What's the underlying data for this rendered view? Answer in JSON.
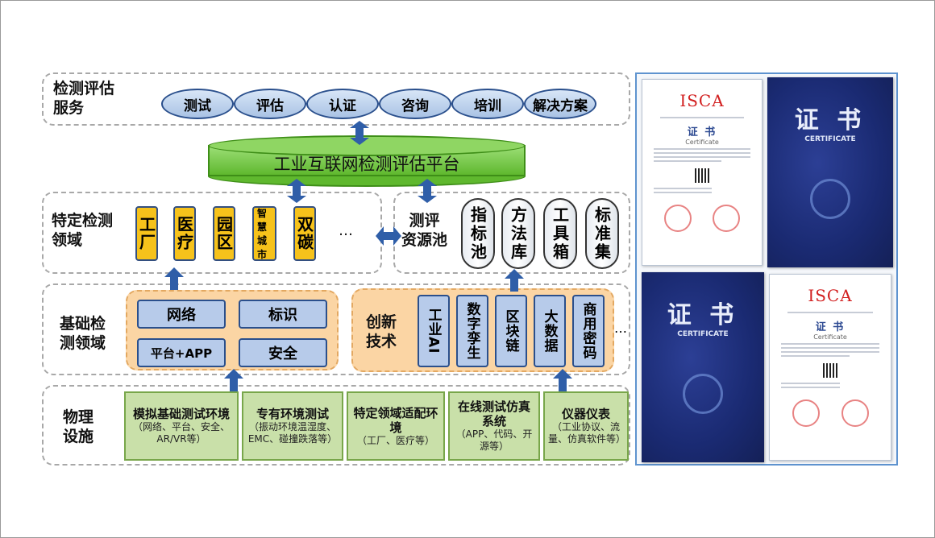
{
  "rows": {
    "services": {
      "label_line1": "检测评估",
      "label_line2": "服务",
      "items": [
        "测试",
        "评估",
        "认证",
        "咨询",
        "培训",
        "解决方案"
      ]
    },
    "platform": {
      "label": "工业互联网检测评估平台"
    },
    "specific": {
      "label_line1": "特定检测",
      "label_line2": "领域",
      "items": [
        "工厂",
        "医疗",
        "园区",
        "智慧城市",
        "双碳"
      ],
      "ellipsis": "…",
      "pool_label_line1": "测评",
      "pool_label_line2": "资源池",
      "pool_items": [
        "指标池",
        "方法库",
        "工具箱",
        "标准集"
      ]
    },
    "basic": {
      "label_line1": "基础检",
      "label_line2": "测领域",
      "left_items": [
        "网络",
        "标识",
        "平台+APP",
        "安全"
      ],
      "innov_label_line1": "创新",
      "innov_label_line2": "技术",
      "innov_items": [
        "工业AI",
        "数字孪生",
        "区块链",
        "大数据",
        "商用密码"
      ],
      "ellipsis": "…"
    },
    "physical": {
      "label_line1": "物理",
      "label_line2": "设施",
      "items": [
        {
          "title": "模拟基础测试环境",
          "sub": "（网络、平台、安全、AR/VR等）"
        },
        {
          "title": "专有环境测试",
          "sub": "（振动环境温湿度、EMC、碰撞跌落等）"
        },
        {
          "title": "特定领域适配环境",
          "sub": "（工厂、医疗等）"
        },
        {
          "title": "在线测试仿真系统",
          "sub": "（APP、代码、开源等）"
        },
        {
          "title": "仪器仪表",
          "sub": "（工业协议、流量、仿真软件等）"
        }
      ]
    }
  },
  "certificates": {
    "white": {
      "brand": "ISCA",
      "title": "证 书",
      "subtitle": "Certificate"
    },
    "blue": {
      "title": "证 书",
      "subtitle": "CERTIFICATE"
    }
  },
  "colors": {
    "arrow": "#2f5ea8",
    "platform": "#6cc23a",
    "yellow": "#f6c21b",
    "blue_box": "#b7cbea",
    "green_box": "#c9e0a9"
  }
}
